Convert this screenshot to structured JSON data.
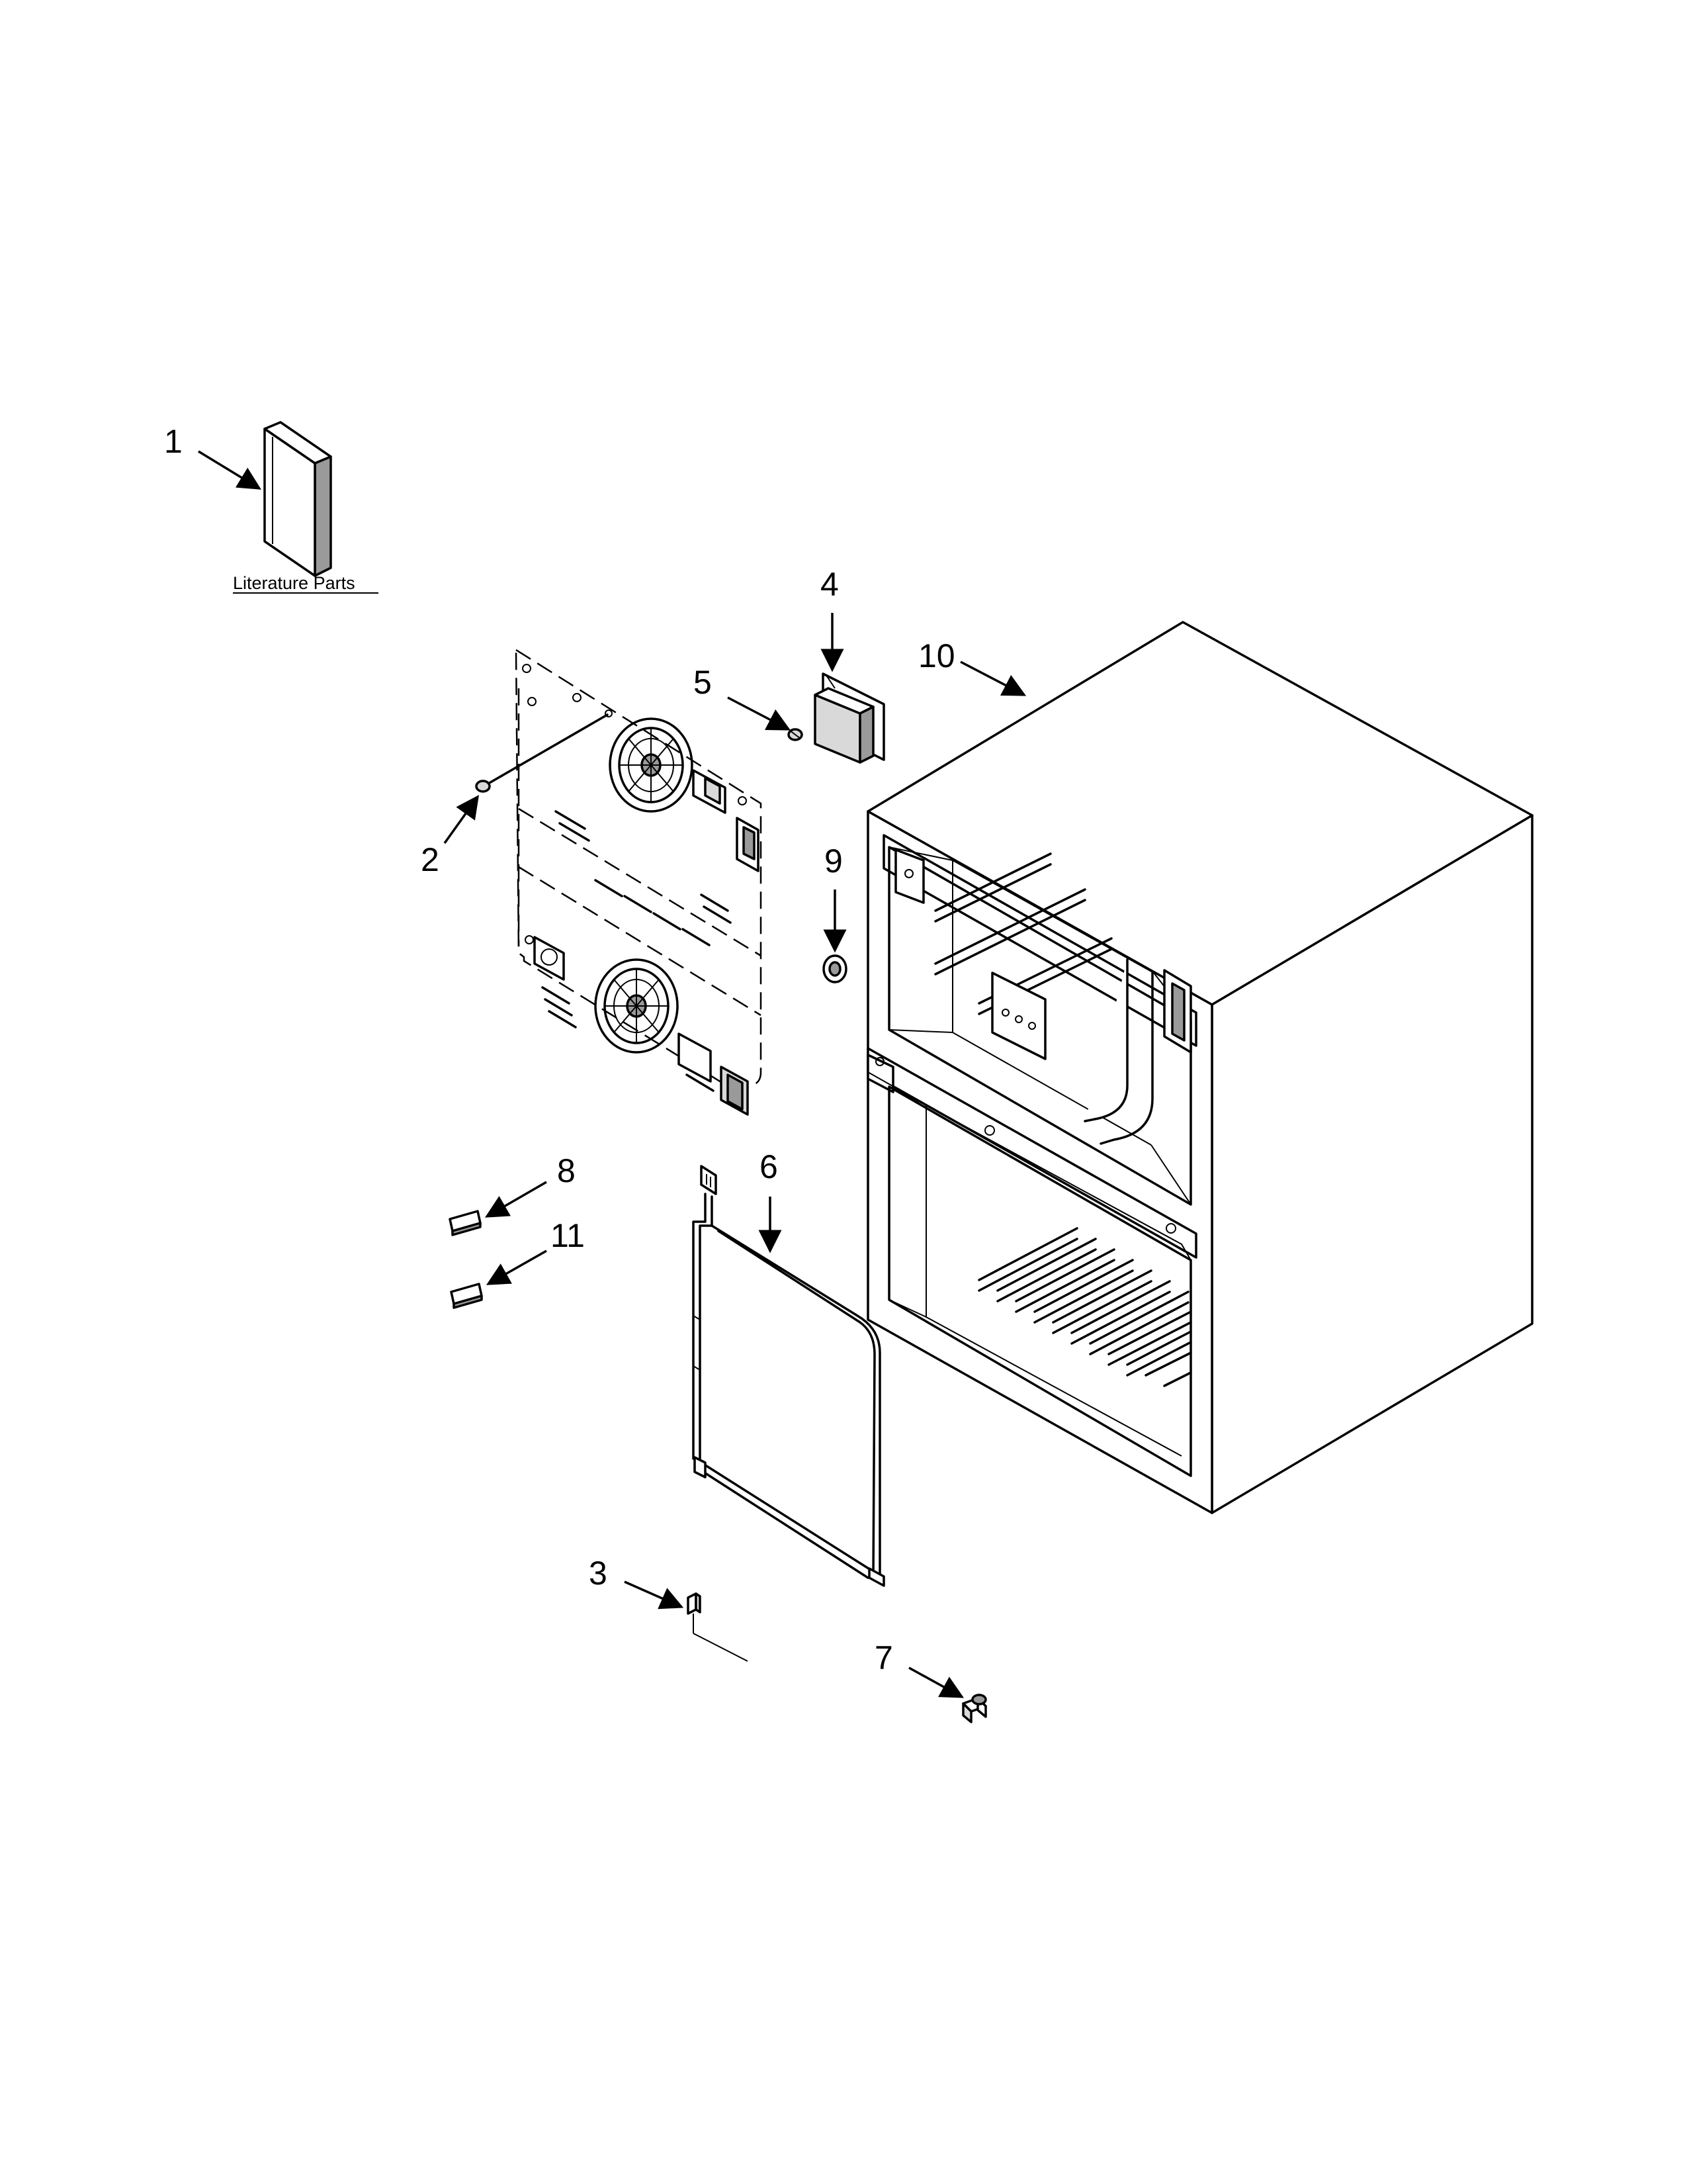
{
  "callouts": {
    "c1": "1",
    "c2": "2",
    "c3": "3",
    "c4": "4",
    "c5": "5",
    "c6": "6",
    "c7": "7",
    "c8": "8",
    "c9": "9",
    "c10": "10",
    "c11": "11"
  },
  "literature_label": "Literature Parts"
}
